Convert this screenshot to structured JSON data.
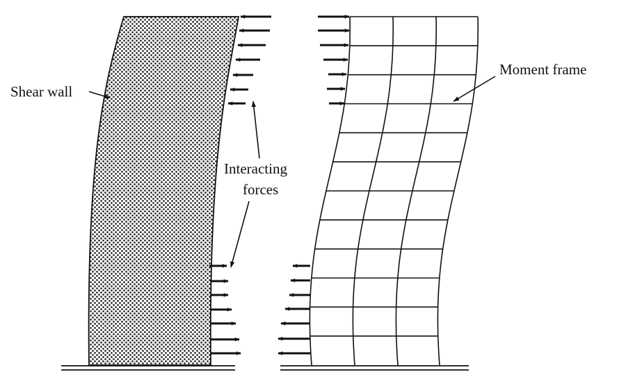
{
  "labels": {
    "shear_wall": "Shear wall",
    "moment_frame": "Moment frame",
    "interacting_line1": "Interacting",
    "interacting_line2": "forces"
  },
  "colors": {
    "ink": "#111111",
    "background": "#ffffff",
    "dot": "#222222"
  }
}
